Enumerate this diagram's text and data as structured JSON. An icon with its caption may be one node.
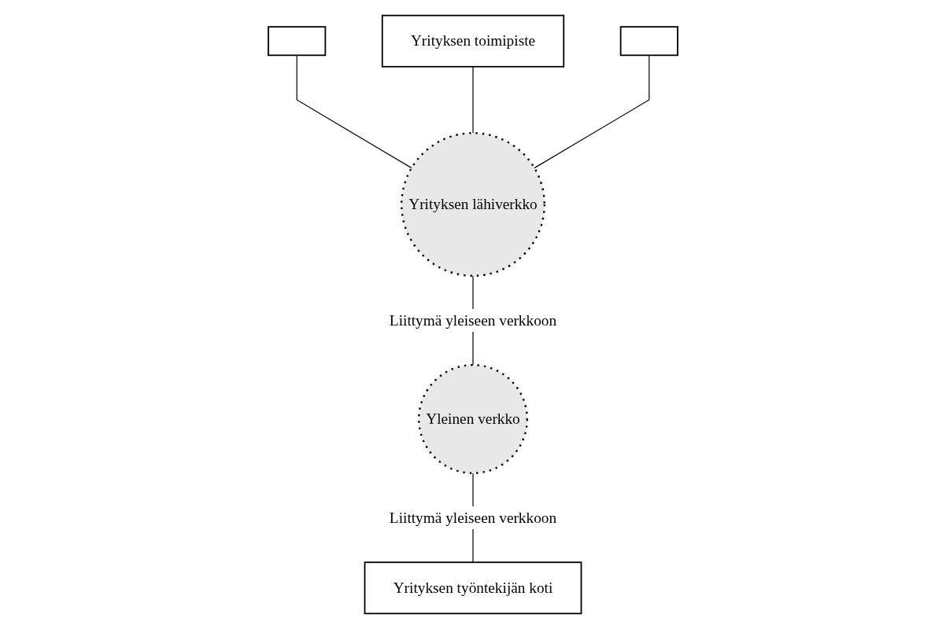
{
  "diagram": {
    "nodes": [
      {
        "text": [],
        "shape": "box"
      },
      {
        "text": [
          "Yrityksen toimipiste"
        ]
      },
      {
        "text": [],
        "shape": "box"
      },
      {
        "text": [
          "Yrityksen lähiverkko"
        ]
      },
      {
        "text": [
          "Yleinen verkko"
        ]
      },
      {
        "text": [
          "Yrityksen työntekijän koti"
        ]
      }
    ],
    "edges": [
      {
        "from": 0,
        "to": 3,
        "arrow": "none"
      },
      {
        "from": 1,
        "to": 3,
        "arrow": "none"
      },
      {
        "from": 2,
        "to": 3,
        "arrow": "none"
      },
      {
        "from": 3,
        "to": 4,
        "arrow": "none",
        "label": "Liittymä yleiseen verkkoon"
      },
      {
        "from": 4,
        "to": 5,
        "arrow": "none",
        "label": "Liittymä yleiseen verkkoon"
      }
    ]
  }
}
